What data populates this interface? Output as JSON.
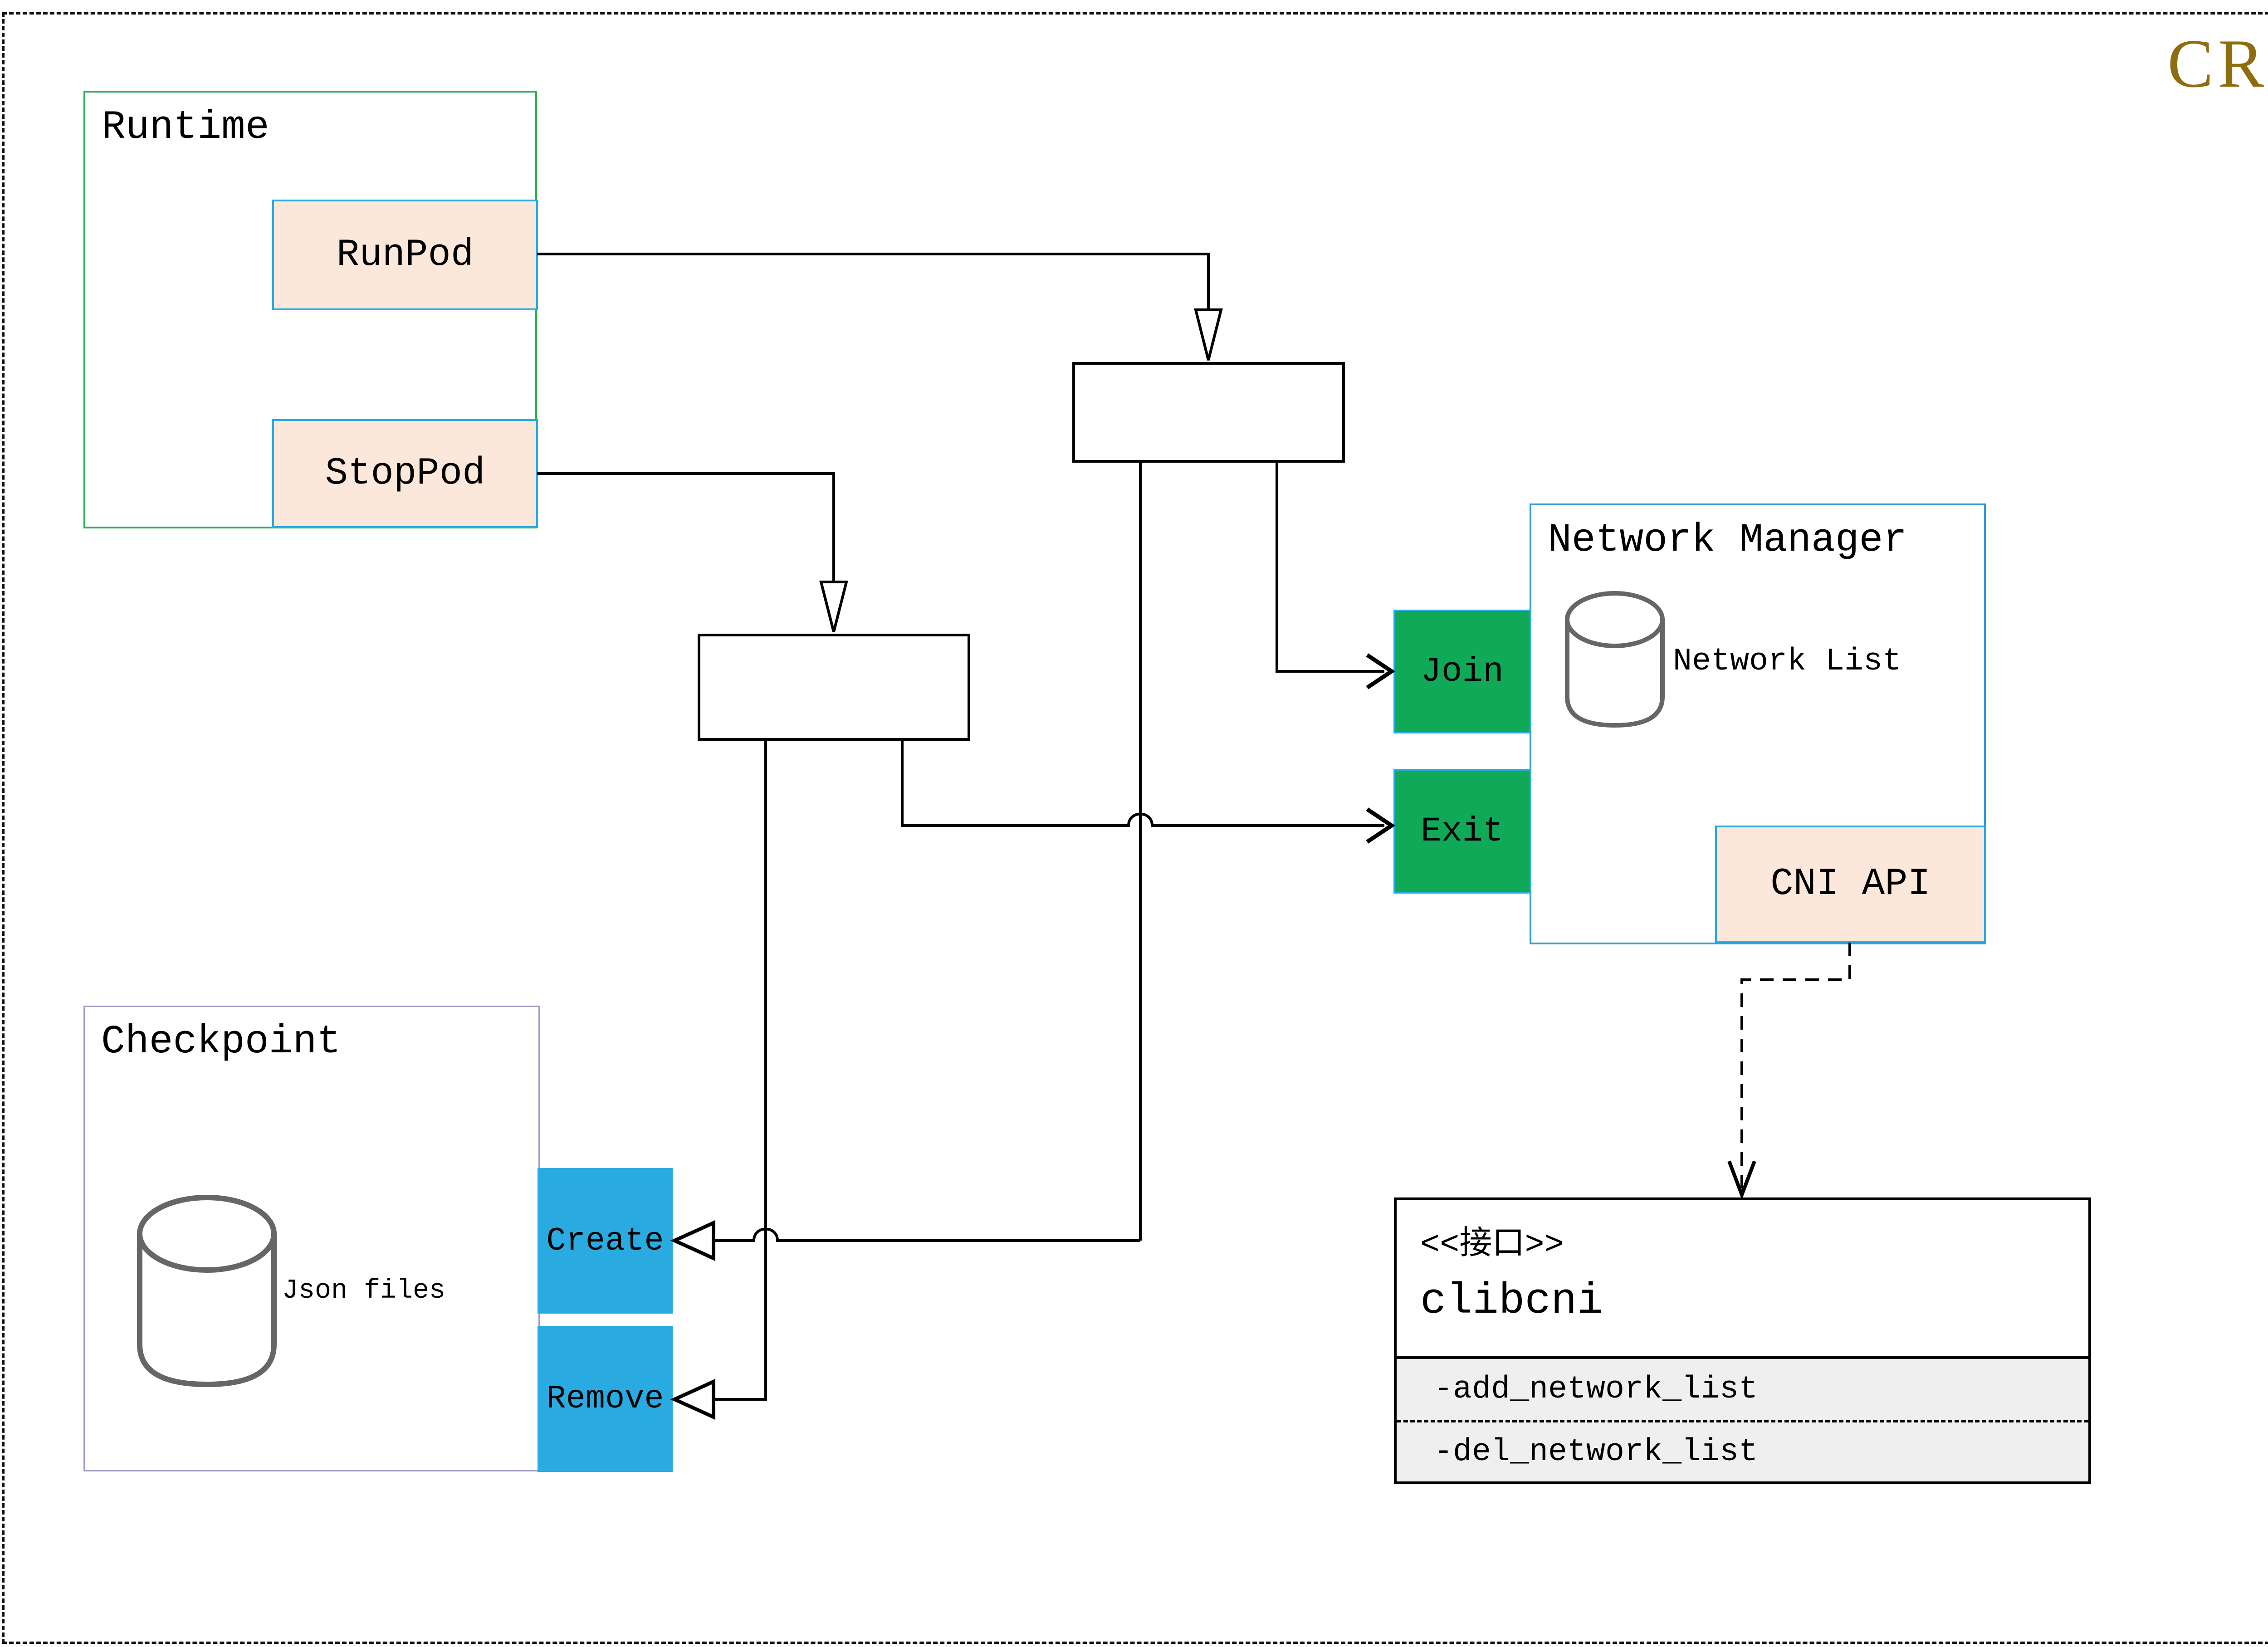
{
  "page": {
    "title": "CRI",
    "title_color": "#8E6D0F"
  },
  "runtime": {
    "label": "Runtime",
    "run_pod_label": "RunPod",
    "stop_pod_label": "StopPod"
  },
  "checkpoint": {
    "label": "Checkpoint",
    "store_icon": "database-cylinder-icon",
    "store_label": "Json files",
    "create_label": "Create",
    "remove_label": "Remove"
  },
  "network_manager": {
    "label": "Network Manager",
    "store_icon": "database-cylinder-icon",
    "store_label": "Network List",
    "join_label": "Join",
    "exit_label": "Exit",
    "cni_api_label": "CNI API"
  },
  "clibcni": {
    "stereotype": "<<接口>>",
    "name": "clibcni",
    "methods": [
      "-add_network_list",
      "-del_network_list"
    ]
  },
  "colors": {
    "title_gold": "#8E6D0F",
    "runtime_border_green": "#22B14C",
    "checkpoint_border_purple": "#A79CC8",
    "network_manager_border_blue": "#2E9BD6",
    "peach_fill": "#FCE8DB",
    "cyan_border": "#29ABE2",
    "green_fill": "#0FA958",
    "blue_fill": "#29ABE2",
    "methods_section_gray": "#EFEFEF",
    "cylinder_gray": "#666666",
    "line_black": "#000000"
  }
}
